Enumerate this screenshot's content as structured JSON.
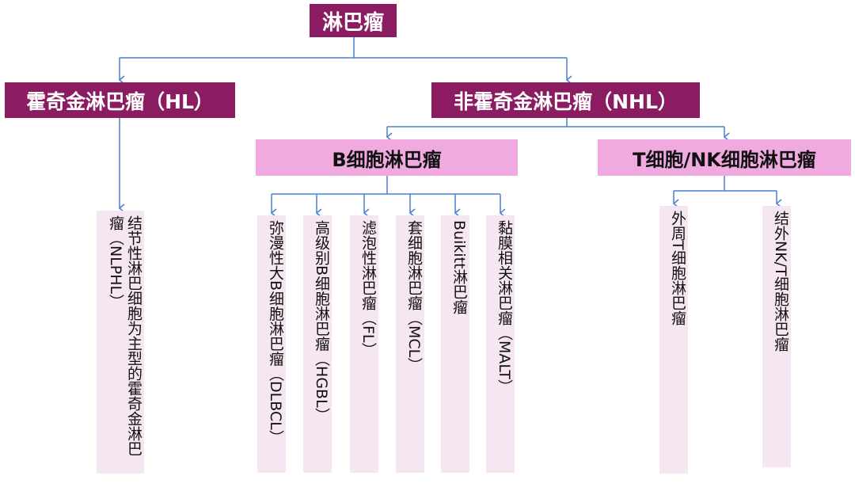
{
  "diagram": {
    "root": {
      "label": "淋巴瘤"
    },
    "hodgkin": {
      "label": "霍奇金淋巴瘤（HL）",
      "children": [
        {
          "label": "结节性淋巴细胞为主型的霍奇金淋巴瘤（NLPHL）"
        }
      ]
    },
    "non_hodgkin": {
      "label": "非霍奇金淋巴瘤（NHL）",
      "b_cell": {
        "label": "B细胞淋巴瘤",
        "children": [
          {
            "label": "弥漫性大B细胞淋巴瘤（DLBCL）"
          },
          {
            "label": "高级别B细胞淋巴瘤（HGBL）"
          },
          {
            "label": "滤泡性淋巴瘤（FL）"
          },
          {
            "label": "套细胞淋巴瘤（MCL）"
          },
          {
            "label": "Buikitt淋巴瘤"
          },
          {
            "label": "黏膜相关淋巴瘤（MALT）"
          }
        ]
      },
      "t_nk_cell": {
        "label": "T细胞/NK细胞淋巴瘤",
        "children": [
          {
            "label": "外周T细胞淋巴瘤"
          },
          {
            "label": "结外NK/T细胞淋巴瘤"
          }
        ]
      }
    }
  },
  "colors": {
    "level1_fill": "#8b1c62",
    "level2_fill": "#f0aae0",
    "leaf_fill": "#f6e6f1",
    "connector": "#4a7fd0"
  }
}
